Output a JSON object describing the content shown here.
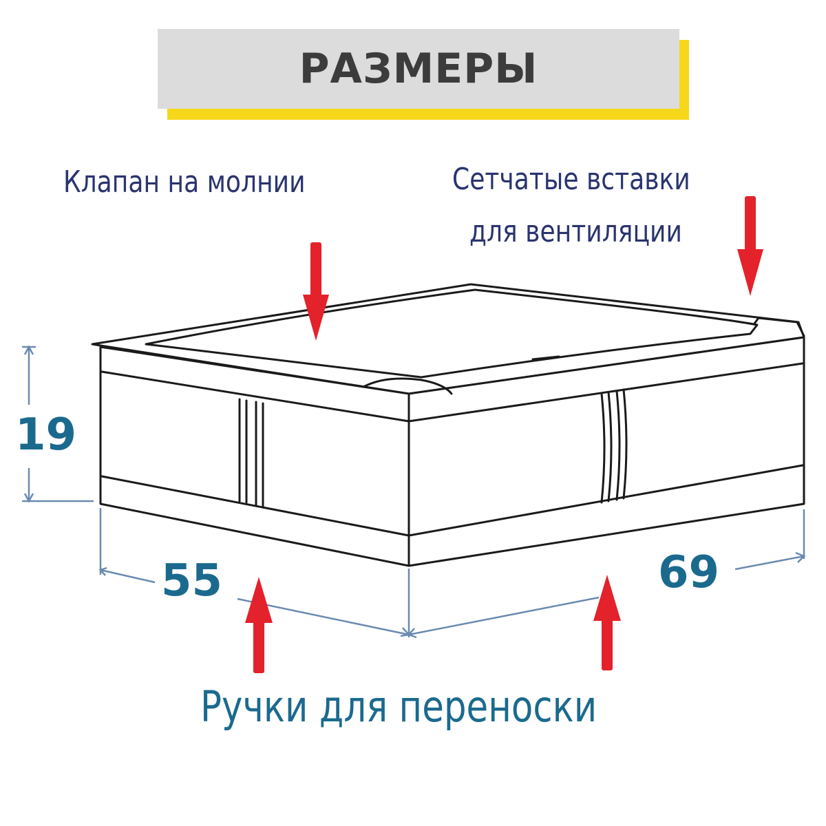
{
  "title": "РАЗМЕРЫ",
  "callouts": {
    "zipper_flap": "Клапан на молнии",
    "mesh_inserts_line1": "Сетчатые вставки",
    "mesh_inserts_line2": "для вентиляции",
    "carry_handles": "Ручки для переноски"
  },
  "dimensions": {
    "height": "19",
    "depth": "55",
    "width": "69"
  },
  "colors": {
    "title_bar": "#dcdcdc",
    "title_shadow": "#f6d71a",
    "callout_text": "#2a3470",
    "dimension_text": "#1b6a8e",
    "arrows": "#e3222b",
    "outline": "#1a1a1a",
    "dimension_lines": "#6a8ab0"
  }
}
